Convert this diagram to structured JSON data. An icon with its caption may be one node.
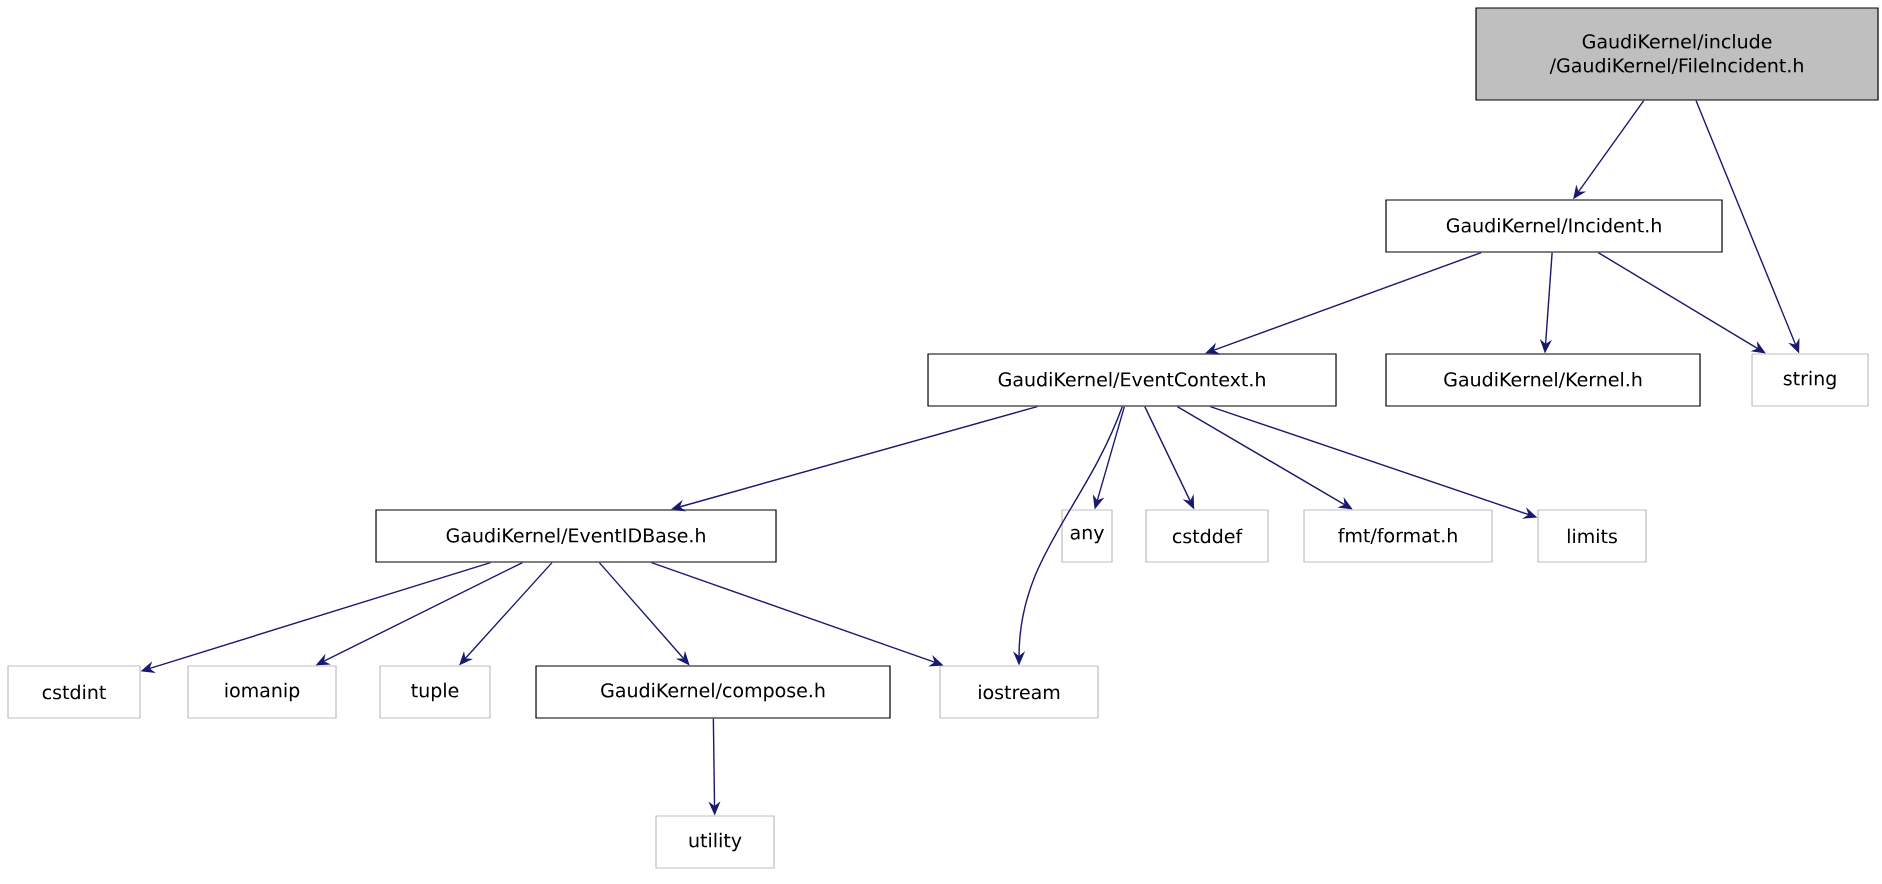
{
  "diagram": {
    "nodes": [
      {
        "text": [
          "GaudiKernel/include /GaudiKernel/FileIncident.h"
        ]
      },
      {
        "text": [
          "GaudiKernel/Incident.h"
        ]
      },
      {
        "text": [
          "GaudiKernel/EventContext.h"
        ]
      },
      {
        "text": [
          "GaudiKernel/Kernel.h"
        ]
      },
      {
        "text": [
          "string"
        ]
      },
      {
        "text": [
          "GaudiKernel/EventIDBase.h"
        ]
      },
      {
        "text": [
          "any"
        ]
      },
      {
        "text": [
          "cstddef"
        ]
      },
      {
        "text": [
          "fmt/format.h"
        ]
      },
      {
        "text": [
          "limits"
        ]
      },
      {
        "text": [
          "cstdint"
        ]
      },
      {
        "text": [
          "iomanip"
        ]
      },
      {
        "text": [
          "tuple"
        ]
      },
      {
        "text": [
          "GaudiKernel/compose.h"
        ]
      },
      {
        "text": [
          "iostream"
        ]
      },
      {
        "text": [
          "utility"
        ]
      }
    ],
    "edges": [
      {
        "from": 0,
        "to": 1,
        "arrow": "to"
      },
      {
        "from": 0,
        "to": 4,
        "arrow": "to"
      },
      {
        "from": 1,
        "to": 2,
        "arrow": "to"
      },
      {
        "from": 1,
        "to": 3,
        "arrow": "to"
      },
      {
        "from": 1,
        "to": 4,
        "arrow": "to"
      },
      {
        "from": 2,
        "to": 5,
        "arrow": "to"
      },
      {
        "from": 2,
        "to": 14,
        "arrow": "to"
      },
      {
        "from": 2,
        "to": 6,
        "arrow": "to"
      },
      {
        "from": 2,
        "to": 7,
        "arrow": "to"
      },
      {
        "from": 2,
        "to": 8,
        "arrow": "to"
      },
      {
        "from": 2,
        "to": 9,
        "arrow": "to"
      },
      {
        "from": 5,
        "to": 10,
        "arrow": "to"
      },
      {
        "from": 5,
        "to": 11,
        "arrow": "to"
      },
      {
        "from": 5,
        "to": 12,
        "arrow": "to"
      },
      {
        "from": 5,
        "to": 13,
        "arrow": "to"
      },
      {
        "from": 5,
        "to": 14,
        "arrow": "to"
      },
      {
        "from": 13,
        "to": 15,
        "arrow": "to"
      }
    ]
  }
}
